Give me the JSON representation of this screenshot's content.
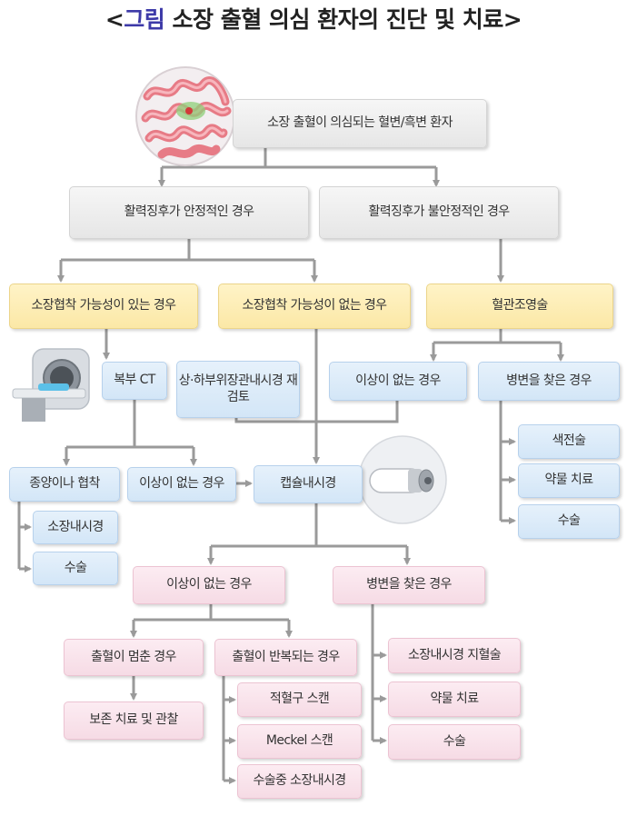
{
  "title": {
    "prefix": "<",
    "label": "그림",
    "text": " 소장 출혈 의심 환자의 진단 및 치료",
    "suffix": ">"
  },
  "nodes": {
    "start": "소장 출혈이 의심되는 혈변/흑변 환자",
    "stable": "활력징후가 안정적인 경우",
    "unstable": "활력징후가 불안정적인 경우",
    "stricture_possible": "소장협착 가능성이 있는 경우",
    "stricture_unlikely": "소장협착 가능성이 없는 경우",
    "angiography": "혈관조영술",
    "abdominal_ct": "복부 CT",
    "re_endoscopy": "상·하부위장관내시경 재검토",
    "angio_no_abnormal": "이상이 없는 경우",
    "angio_lesion": "병변을 찾은 경우",
    "embolization": "색전술",
    "angio_drug": "약물 치료",
    "angio_surgery": "수술",
    "tumor_stricture": "종양이나 협착",
    "ct_no_abnormal": "이상이 없는 경우",
    "capsule": "캡슐내시경",
    "small_bowel_endoscopy": "소장내시경",
    "tumor_surgery": "수술",
    "capsule_no_abnormal": "이상이 없는 경우",
    "capsule_lesion": "병변을 찾은 경우",
    "bleeding_stopped": "출혈이 멈춘 경우",
    "bleeding_recurrent": "출혈이 반복되는 경우",
    "conservative": "보존 치료 및 관찰",
    "rbc_scan": "적혈구 스캔",
    "meckel_scan": "Meckel 스캔",
    "intraop_endoscopy": "수술중 소장내시경",
    "endoscopic_hemostasis": "소장내시경 지혈술",
    "lesion_drug": "약물 치료",
    "lesion_surgery": "수술"
  },
  "colors": {
    "arrow": "#9a9a9a",
    "gray": "#e9e9e9",
    "yellow": "#fbe8a6",
    "blue": "#d6e8f8",
    "pink": "#f7dde7",
    "title_accent": "#3d3aa8"
  },
  "icons": [
    "small-intestine-illustration",
    "ct-scanner-illustration",
    "capsule-endoscope-illustration"
  ]
}
